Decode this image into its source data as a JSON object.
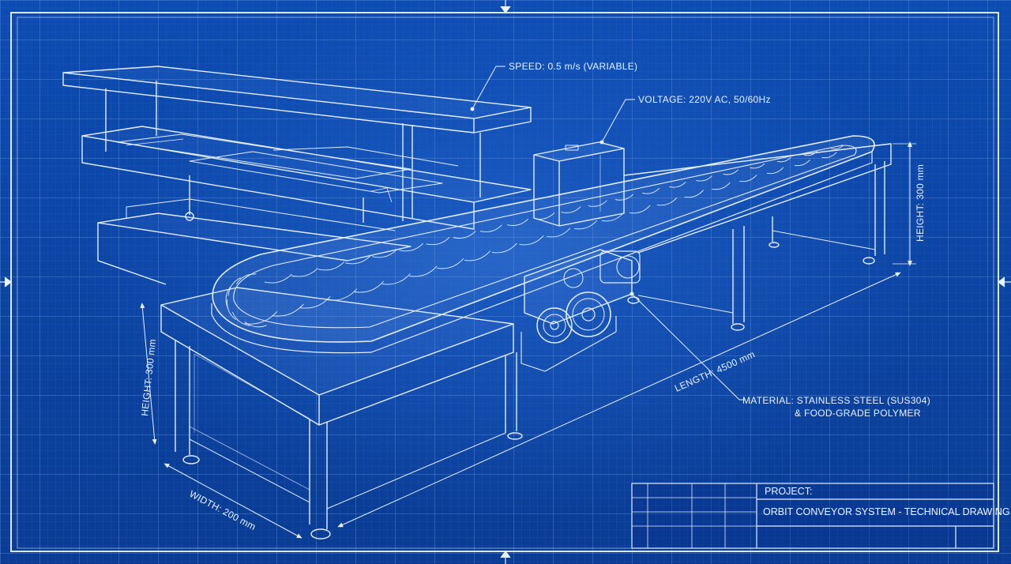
{
  "annotations": {
    "speed": "SPEED: 0.5 m/s (VARIABLE)",
    "voltage": "VOLTAGE: 220V AC, 50/60Hz",
    "height_right": "HEIGHT: 300 mm",
    "height_left": "HEIGHT: 300 mm",
    "length": "LENGTH: 4500 mm",
    "width": "WIDTH: 200 mm",
    "material_line1": "MATERIAL: STAINLESS STEEL (SUS304)",
    "material_line2": "& FOOD-GRADE POLYMER"
  },
  "title_block": {
    "project_label": "PROJECT:",
    "project_name": "ORBIT CONVEYOR SYSTEM - TECHNICAL DRAWING"
  },
  "colors": {
    "background": "#0b3f9a",
    "line": "#dbe8ff",
    "grid": "#3d74d0"
  }
}
